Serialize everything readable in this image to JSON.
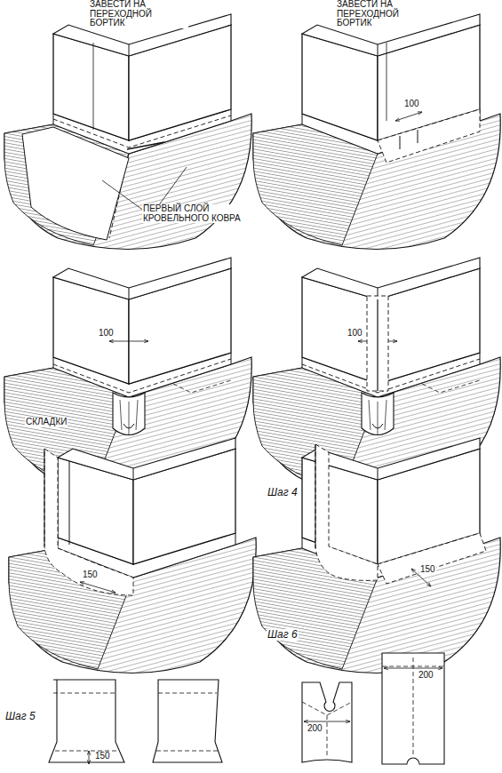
{
  "diagram": {
    "labels": [
      "ЗАВЕСТИ НА ПЕРЕХОДНОЙ БОРТИК",
      "ЗАВЕСТИ НА ПЕРЕХОДНОЙ БОРТИК",
      "ПЕРВЫЙ СЛОЙ КРОВЕЛЬНОГО КОВРА",
      "100",
      "100",
      "100",
      "СКЛАДКИ",
      "Шаг 4",
      "150",
      "150",
      "Шаг 6",
      "Шаг 5",
      "200",
      "200",
      "150"
    ]
  }
}
